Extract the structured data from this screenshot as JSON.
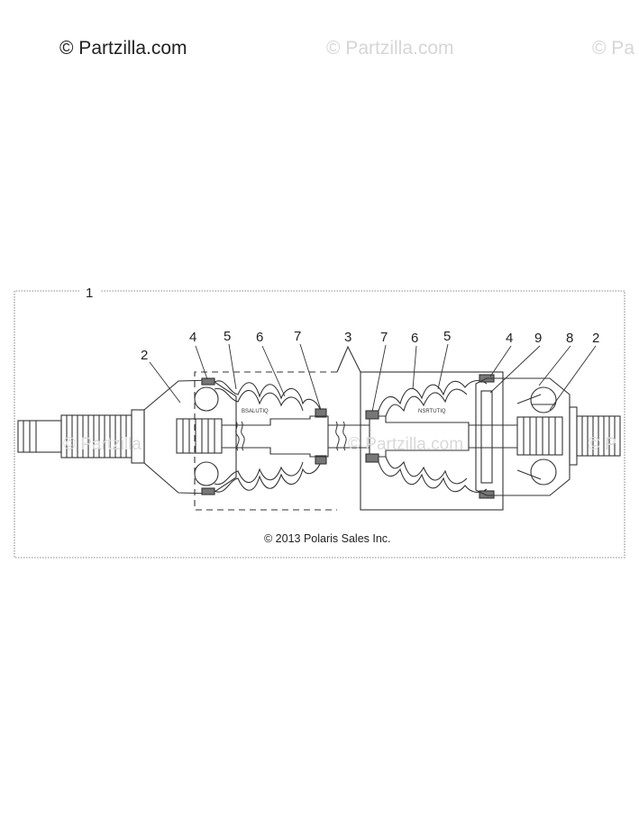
{
  "watermark": {
    "main": "© Partzilla.com",
    "faint_center": "© Partzilla.com",
    "faint_right": "© Pa",
    "diagram_center": "© Partzilla.com",
    "diagram_left": "© Partzilla",
    "diagram_right": "© P"
  },
  "diagram": {
    "assembly_callout": "1",
    "copyright": "© 2013 Polaris Sales Inc.",
    "boot_label_left": "BSALUTIQ",
    "boot_label_right": "NSRTUTIQ",
    "callouts": [
      "2",
      "4",
      "5",
      "6",
      "7",
      "3",
      "7",
      "6",
      "5",
      "4",
      "9",
      "8",
      "2"
    ],
    "line_color": "#333333",
    "box_color": "#999999"
  }
}
